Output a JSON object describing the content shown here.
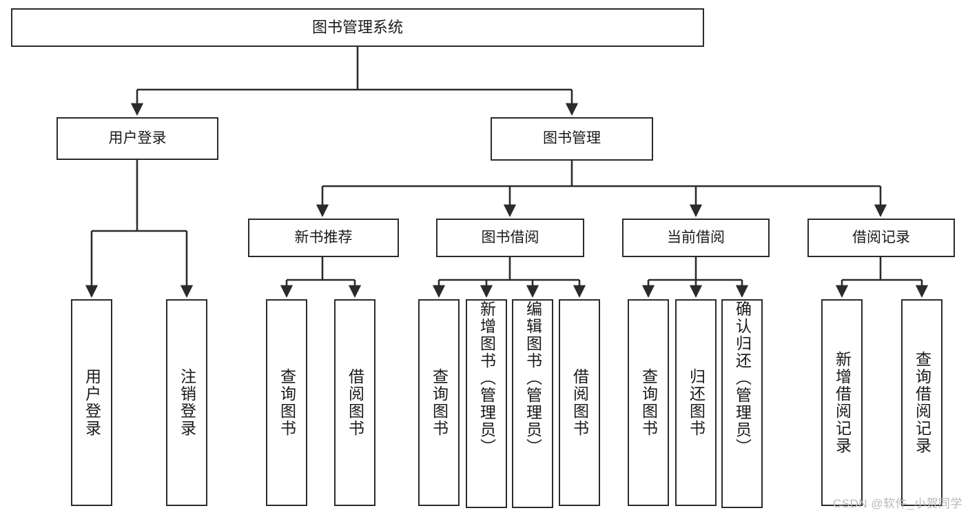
{
  "diagram": {
    "title": "图书管理系统",
    "watermark": "CSDN @软件_小贺同学",
    "type": "tree-hierarchy-diagram",
    "colors": {
      "box_border": "#2b2b2b",
      "box_fill": "#ffffff",
      "edge": "#2b2b2b",
      "text": "#1a1a1a",
      "watermark": "#b9b9b9",
      "background": "#ffffff"
    },
    "levels": {
      "level1": [
        "图书管理系统"
      ],
      "level2": [
        "用户登录",
        "图书管理"
      ],
      "level3": [
        "新书推荐",
        "图书借阅",
        "当前借阅",
        "借阅记录"
      ],
      "level4": [
        "用户登录",
        "注销登录",
        "查询图书",
        "借阅图书",
        "查询图书",
        "新增图书（管理员）",
        "编辑图书（管理员）",
        "借阅图书",
        "查询图书",
        "归还图书",
        "确认归还（管理员）",
        "新增借阅记录",
        "查询借阅记录"
      ]
    },
    "nodes": {
      "root": {
        "label": "图书管理系统"
      },
      "user_login": {
        "label": "用户登录"
      },
      "book_manage": {
        "label": "图书管理"
      },
      "new_book_rec": {
        "label": "新书推荐"
      },
      "book_borrow": {
        "label": "图书借阅"
      },
      "current_borrow": {
        "label": "当前借阅"
      },
      "borrow_record": {
        "label": "借阅记录"
      },
      "leaf_user_login": {
        "label": "用户登录"
      },
      "leaf_logout": {
        "label": "注销登录"
      },
      "leaf_query_book_1": {
        "label": "查询图书"
      },
      "leaf_borrow_book_1": {
        "label": "借阅图书"
      },
      "leaf_query_book_2": {
        "label": "查询图书"
      },
      "leaf_add_book": {
        "label": "新增图书（管理员）"
      },
      "leaf_edit_book": {
        "label": "编辑图书（管理员）"
      },
      "leaf_borrow_book_2": {
        "label": "借阅图书"
      },
      "leaf_query_book_3": {
        "label": "查询图书"
      },
      "leaf_return_book": {
        "label": "归还图书"
      },
      "leaf_confirm_return": {
        "label": "确认归还（管理员）"
      },
      "leaf_add_record": {
        "label": "新增借阅记录"
      },
      "leaf_query_record": {
        "label": "查询借阅记录"
      }
    }
  }
}
